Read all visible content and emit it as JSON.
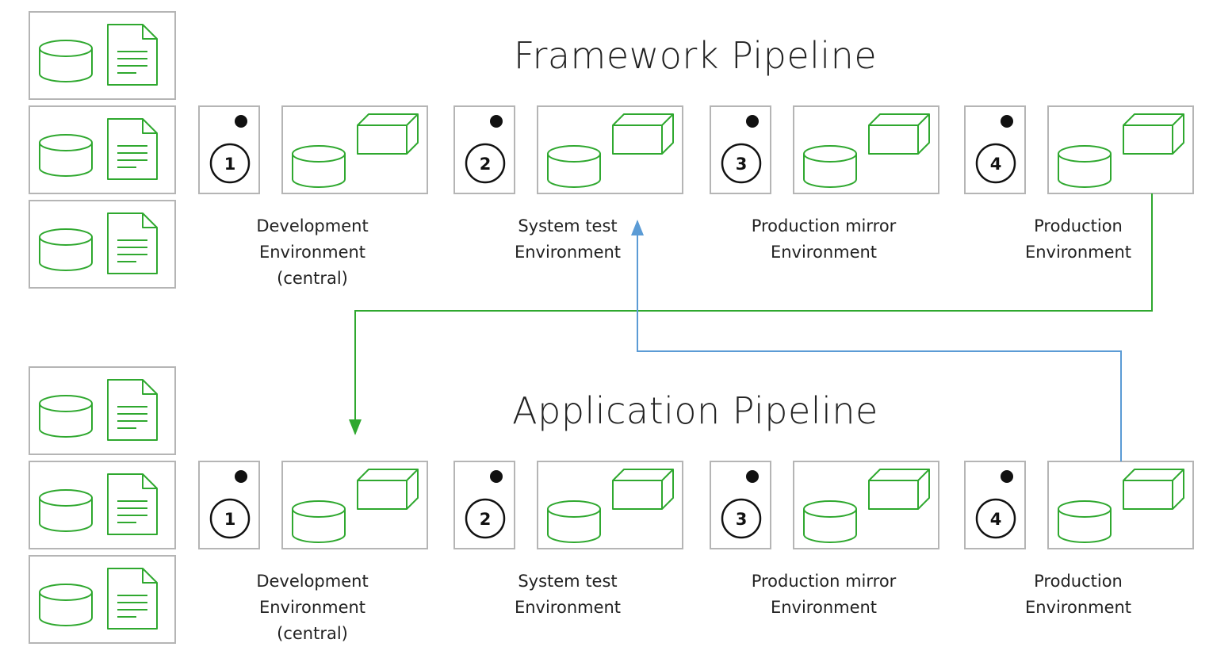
{
  "colors": {
    "accent_green": "#2fa82f",
    "flow_blue": "#5b9bd5",
    "box_border": "#b5b5b5"
  },
  "pipelines": [
    {
      "title": "Framework Pipeline",
      "stages": [
        {
          "number": "1",
          "label_lines": [
            "Development",
            "Environment",
            "(central)"
          ]
        },
        {
          "number": "2",
          "label_lines": [
            "System test",
            "Environment"
          ]
        },
        {
          "number": "3",
          "label_lines": [
            "Production mirror",
            "Environment"
          ]
        },
        {
          "number": "4",
          "label_lines": [
            "Production",
            "Environment"
          ]
        }
      ]
    },
    {
      "title": "Application Pipeline",
      "stages": [
        {
          "number": "1",
          "label_lines": [
            "Development",
            "Environment",
            "(central)"
          ]
        },
        {
          "number": "2",
          "label_lines": [
            "System test",
            "Environment"
          ]
        },
        {
          "number": "3",
          "label_lines": [
            "Production mirror",
            "Environment"
          ]
        },
        {
          "number": "4",
          "label_lines": [
            "Production",
            "Environment"
          ]
        }
      ]
    }
  ],
  "icons": {
    "repository": [
      "database-icon",
      "document-icon"
    ],
    "environment": [
      "database-icon",
      "server-box-icon"
    ]
  }
}
